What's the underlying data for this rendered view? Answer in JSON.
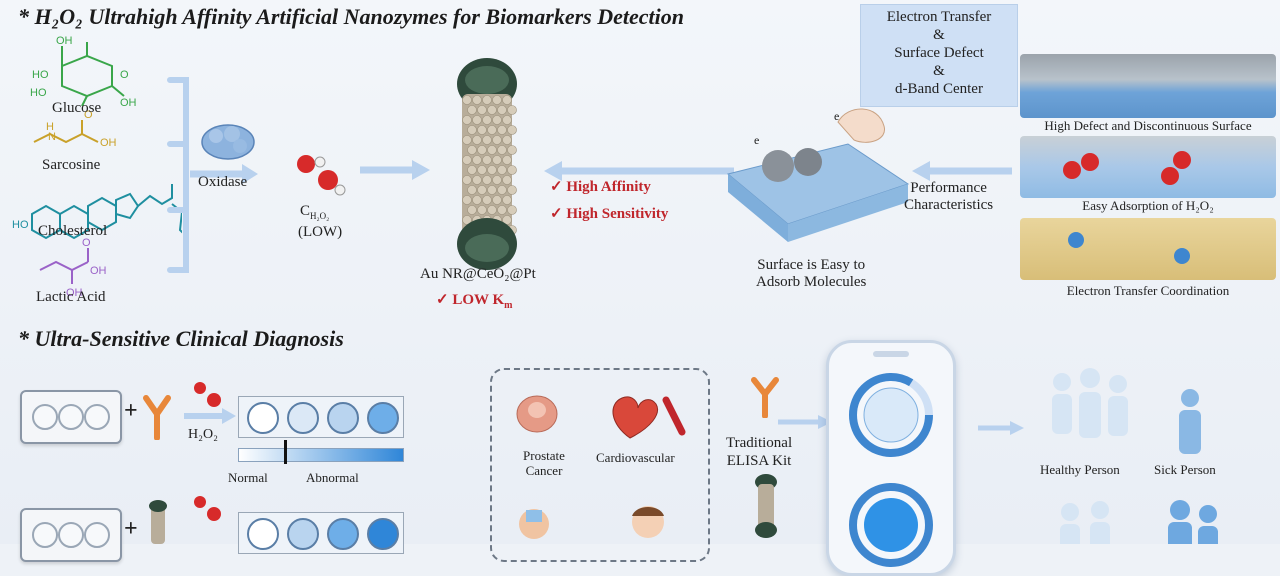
{
  "top_title": "H₂O₂ Ultrahigh Affinity Artificial Nanozymes for Biomarkers Detection",
  "bottom_title": "Ultra-Sensitive Clinical Diagnosis",
  "title_star": "*",
  "substrates": [
    "Glucose",
    "Sarcosine",
    "Cholesterol",
    "Lactic Acid"
  ],
  "oxidase_label": "Oxidase",
  "h2o2_concentration": "C",
  "h2o2_sub": "H₂O₂",
  "h2o2_low": "(LOW)",
  "nanozyme_label": "Au NR@CeO₂@Pt",
  "km_label": "✓ LOW K",
  "km_sub": "m",
  "checks": [
    "✓ High Affinity",
    "✓ High Sensitivity"
  ],
  "surface_text": [
    "Surface is Easy to",
    "Adsorb Molecules"
  ],
  "electron_symbol": "e",
  "mechanism_box": [
    "Electron Transfer",
    "&",
    "Surface Defect",
    "&",
    "d-Band Center"
  ],
  "performance_label": [
    "Performance",
    "Characteristics"
  ],
  "panels": [
    "High Defect and Discontinuous Surface",
    "Easy Adsorption of H₂O₂",
    "Electron Transfer Coordination"
  ],
  "plus": "+",
  "h2o2_formula": "H₂O₂",
  "scale_labels": [
    "Normal",
    "Abnormal"
  ],
  "diseases": [
    "Prostate Cancer",
    "Cardiovascular"
  ],
  "elisa_label": [
    "Traditional",
    "ELISA Kit"
  ],
  "people_labels": [
    "Healthy Person",
    "Sick Person"
  ],
  "colors": {
    "accent_red": "#c0262c",
    "arrow_blue": "#b8d1ee",
    "panel_blue": "#cfe0f5"
  }
}
